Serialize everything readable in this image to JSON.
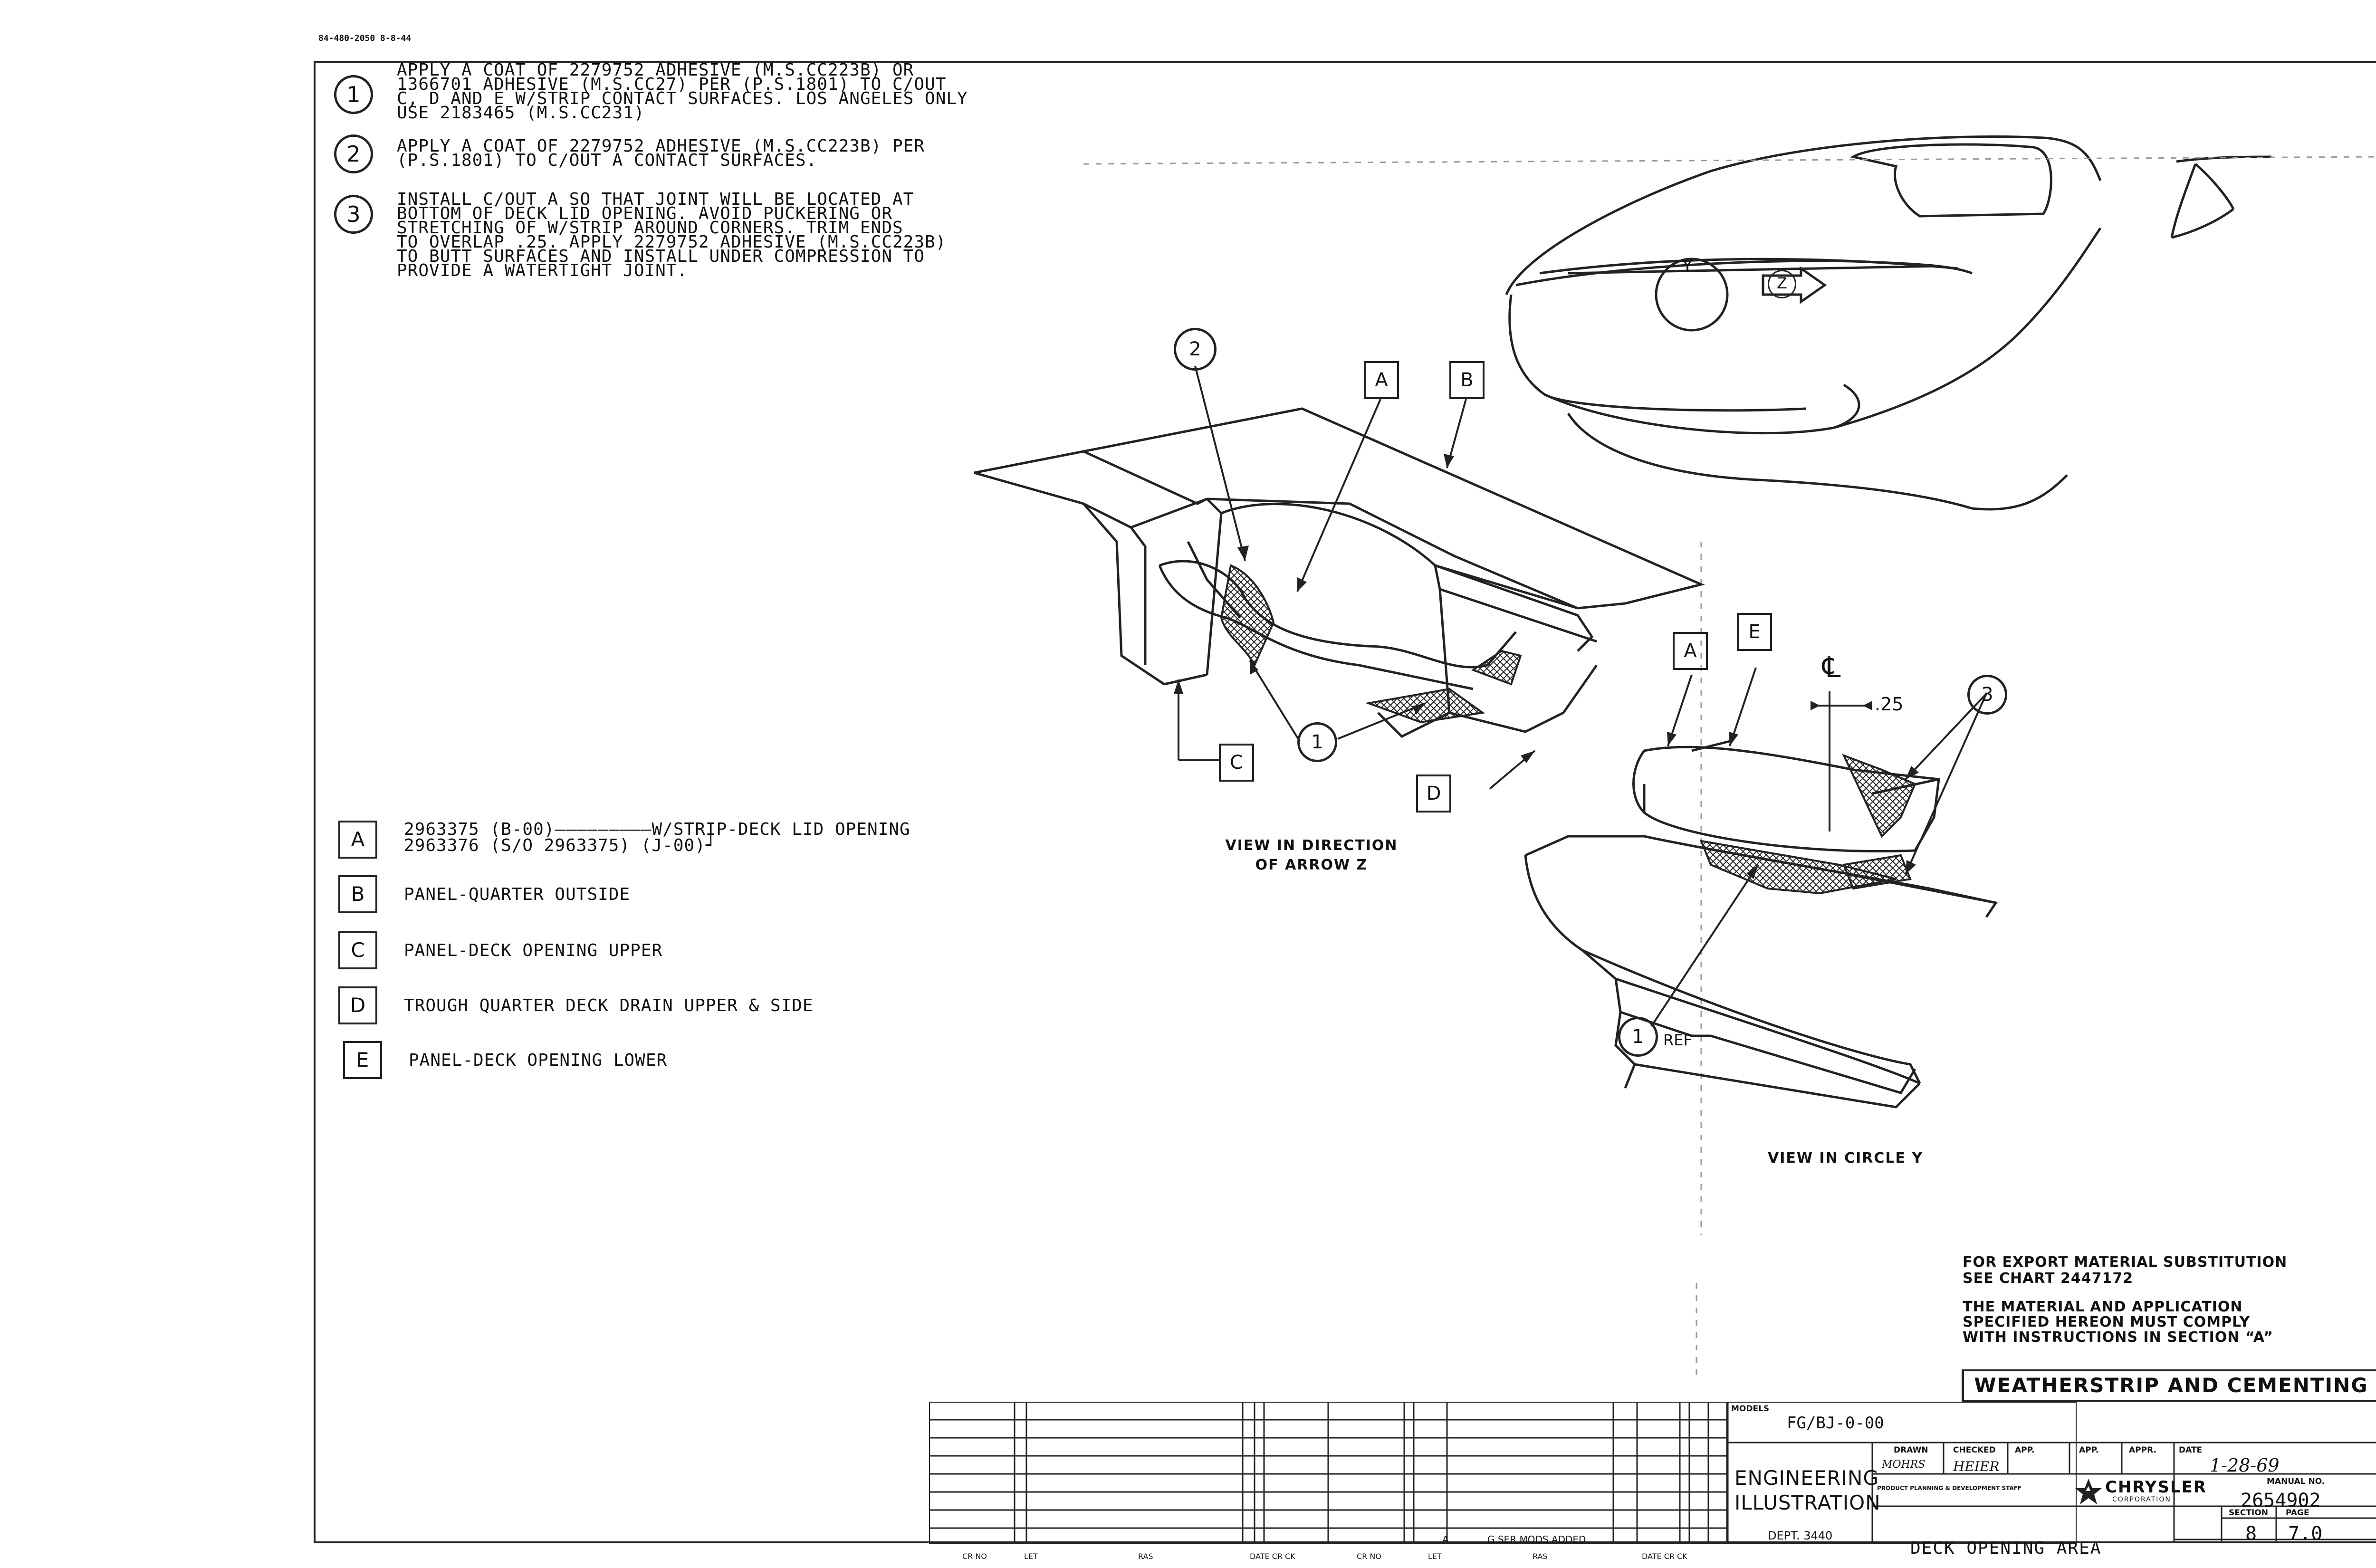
{
  "doc_id": "84-480-2050 8-8-44",
  "notes": [
    {
      "num": "1",
      "lines": [
        "APPLY A COAT OF 2279752 ADHESIVE (M.S.CC223B) OR",
        "1366701 ADHESIVE (M.S.CC27) PER (P.S.1801) TO C/OUT",
        "C, D AND E W/STRIP CONTACT SURFACES. LOS ANGELES ONLY",
        "USE 2183465 (M.S.CC231)"
      ]
    },
    {
      "num": "2",
      "lines": [
        "APPLY A COAT OF 2279752 ADHESIVE (M.S.CC223B) PER",
        "(P.S.1801) TO C/OUT A CONTACT SURFACES."
      ]
    },
    {
      "num": "3",
      "lines": [
        "INSTALL C/OUT A SO THAT JOINT WILL BE LOCATED AT",
        "BOTTOM OF DECK LID OPENING. AVOID PUCKERING OR",
        "STRETCHING OF W/STRIP AROUND CORNERS. TRIM ENDS",
        "TO OVERLAP .25. APPLY 2279752 ADHESIVE (M.S.CC223B)",
        "TO BUTT SURFACES AND INSTALL UNDER COMPRESSION TO",
        "PROVIDE A WATERTIGHT JOINT."
      ]
    }
  ],
  "legend": [
    {
      "key": "A",
      "lines": [
        "2963375 (B-00)—————————W/STRIP-DECK LID OPENING",
        "2963376 (S/O 2963375) (J-00)┘"
      ]
    },
    {
      "key": "B",
      "lines": [
        "PANEL-QUARTER OUTSIDE"
      ]
    },
    {
      "key": "C",
      "lines": [
        "PANEL-DECK OPENING UPPER"
      ]
    },
    {
      "key": "D",
      "lines": [
        "TROUGH QUARTER DECK DRAIN UPPER & SIDE"
      ]
    },
    {
      "key": "E",
      "lines": [
        "PANEL-DECK OPENING LOWER"
      ]
    }
  ],
  "callouts": {
    "c2": "2",
    "cA1": "A",
    "cB1": "B",
    "cC1": "C",
    "cD1": "D",
    "c1a": "1",
    "cA2": "A",
    "cE2": "E",
    "c3b": "3",
    "c1b": "1",
    "ref": "REF",
    "dim": ".25",
    "cl": "℄",
    "carY": "Y",
    "carZ": "Z"
  },
  "captions": {
    "arrow_z": [
      "VIEW IN DIRECTION",
      "OF ARROW Z"
    ],
    "circle_y": "VIEW IN CIRCLE Y"
  },
  "export_note": [
    "FOR EXPORT MATERIAL SUBSTITUTION",
    "SEE CHART 2447172"
  ],
  "material_note": [
    "THE MATERIAL AND APPLICATION",
    "SPECIFIED HEREON MUST COMPLY",
    "WITH INSTRUCTIONS IN SECTION “A”"
  ],
  "title_block": {
    "title": "WEATHERSTRIP AND CEMENTING",
    "models_label": "MODELS",
    "models": "FG/BJ-0-00",
    "dept_name": [
      "ENGINEERING",
      "ILLUSTRATION"
    ],
    "dept_no": "DEPT. 3440",
    "drawn_label": "DRAWN",
    "drawn": "MOHRS",
    "checked_label": "CHECKED",
    "checked": "HEIER",
    "app_label": "APP.",
    "app2_label": "APP.",
    "app3_label": "APPR.",
    "date_label": "DATE",
    "date": "1-28-69",
    "staff": "PRODUCT PLANNING & DEVELOPMENT STAFF",
    "company": "CHRYSLER",
    "company_sub": "CORPORATION",
    "manual_label": "MANUAL NO.",
    "manual": "2654902",
    "section_label": "SECTION",
    "section": "8",
    "page_label": "PAGE",
    "page": "7.0",
    "drawing_title": "DECK OPENING AREA",
    "rev_entry": "G SER MODS ADDED",
    "rev_letter": "A",
    "rev_headers": [
      "CR NO",
      "LET",
      "RAS",
      "DATE CR CK",
      "CR NO",
      "LET",
      "RAS",
      "DATE CR CK"
    ]
  }
}
